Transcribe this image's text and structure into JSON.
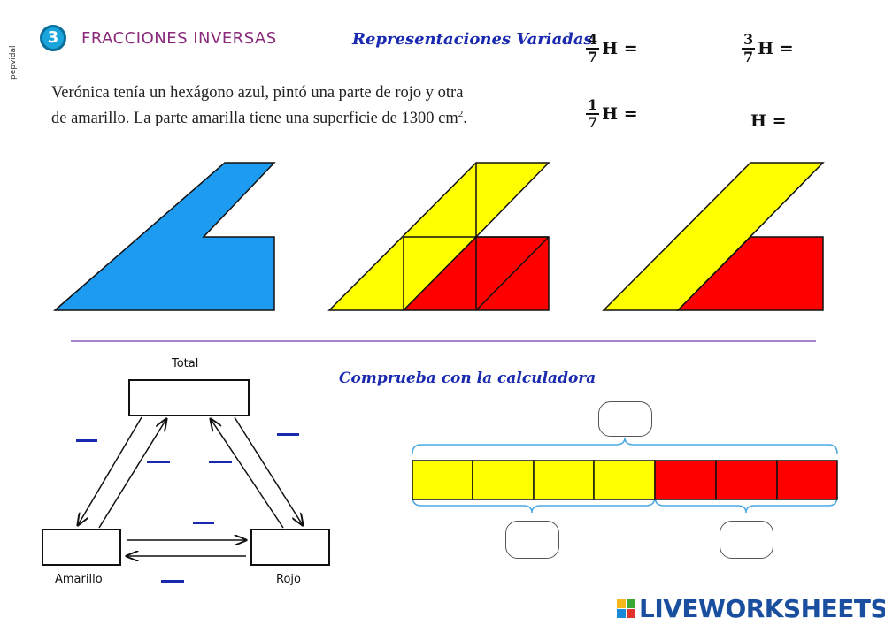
{
  "header": {
    "author": "pepvidal",
    "number": "3",
    "title": "FRACCIONES INVERSAS",
    "subtitle": "Representaciones Variadas"
  },
  "statement": {
    "line1": "Verónica tenía un hexágono azul, pintó una parte de rojo y otra",
    "line2": "de amarillo. La parte amarilla tiene una superficie de 1300 cm",
    "sup": "2",
    "tail": "."
  },
  "fractions": [
    {
      "num": "4",
      "den": "7",
      "var": "H",
      "eq": "="
    },
    {
      "num": "3",
      "den": "7",
      "var": "H",
      "eq": "="
    },
    {
      "num": "1",
      "den": "7",
      "var": "H",
      "eq": "="
    },
    {
      "num": "",
      "den": "",
      "var": "H",
      "eq": "="
    }
  ],
  "diagram": {
    "total_label": "Total",
    "yellow_label": "Amarillo",
    "red_label": "Rojo"
  },
  "calculator_title": "Comprueba con la calculadora",
  "bar": {
    "yellow_parts": 4,
    "red_parts": 3
  },
  "colors": {
    "blue": "#1c9bf0",
    "yellow": "#ffff00",
    "red": "#ff0000",
    "title_purple": "#8a2a7a",
    "ink_blue": "#1a2ab0",
    "brace": "#4aa8e0",
    "separator": "#8a5ab8"
  },
  "footer": {
    "brand": "LIVEWORKSHEETS"
  }
}
